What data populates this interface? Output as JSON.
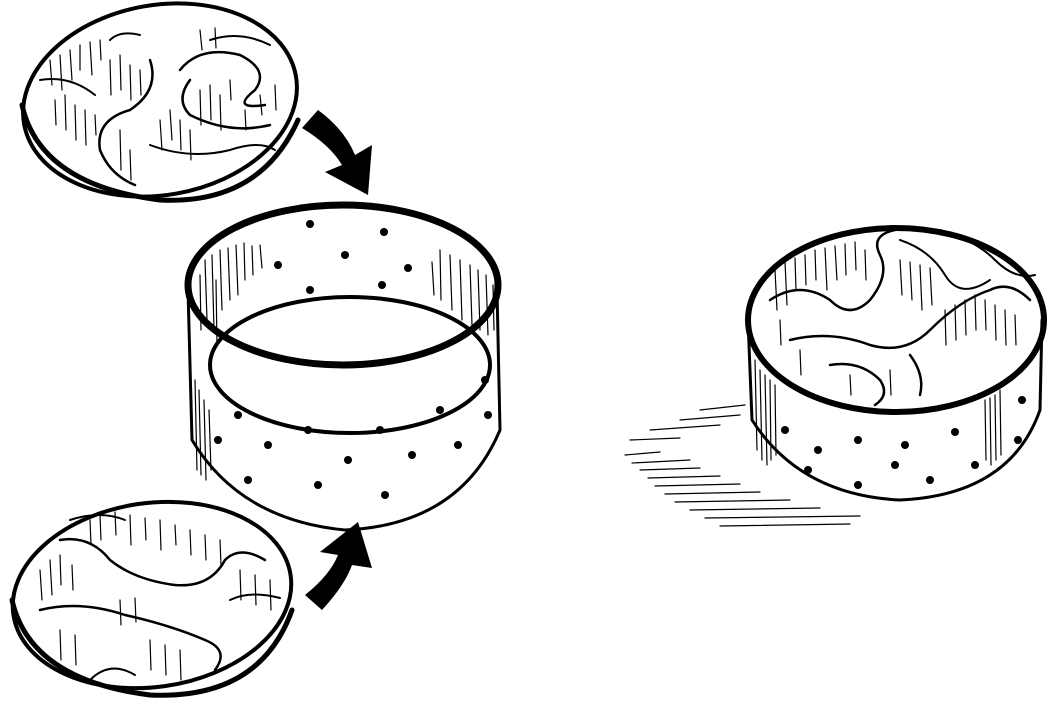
{
  "colors": {
    "ink": "#000000",
    "paper": "#ffffff"
  },
  "components": {
    "top_disc": "map-textured-disc",
    "side_band": "dotted-ring-band",
    "bottom_disc": "map-textured-disc",
    "assembled": "closed-cylinder-with-map-lid"
  },
  "arrows": [
    "curved-arrow-down",
    "curved-arrow-up"
  ]
}
